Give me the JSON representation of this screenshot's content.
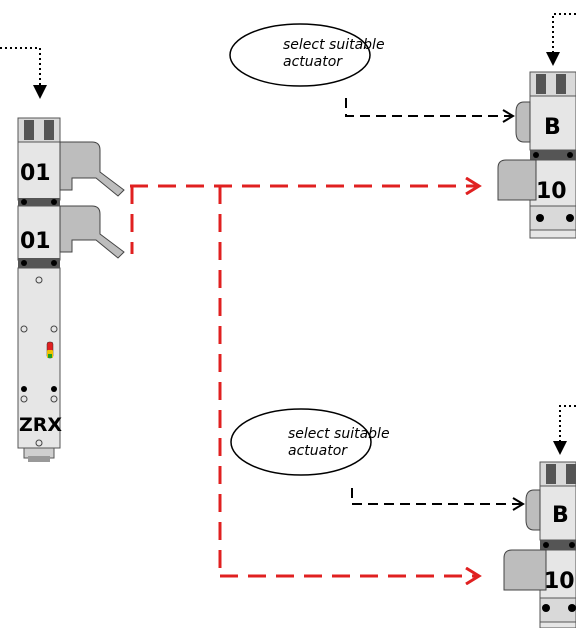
{
  "left_device": {
    "module_top_label": "01",
    "module_bottom_label": "01",
    "base_label": "ZRX"
  },
  "right_top_device": {
    "top_label": "B",
    "bottom_label": "10"
  },
  "right_bottom_device": {
    "top_label": "B",
    "bottom_label": "10"
  },
  "callouts": {
    "top_line1": "select suitable",
    "top_line2": "actuator",
    "bottom_line1": "select suitable",
    "bottom_line2": "actuator"
  },
  "colors": {
    "red_connection": "#e02020",
    "black_connection": "#000000",
    "device_body": "#d9d9d9",
    "device_outline": "#555555"
  }
}
